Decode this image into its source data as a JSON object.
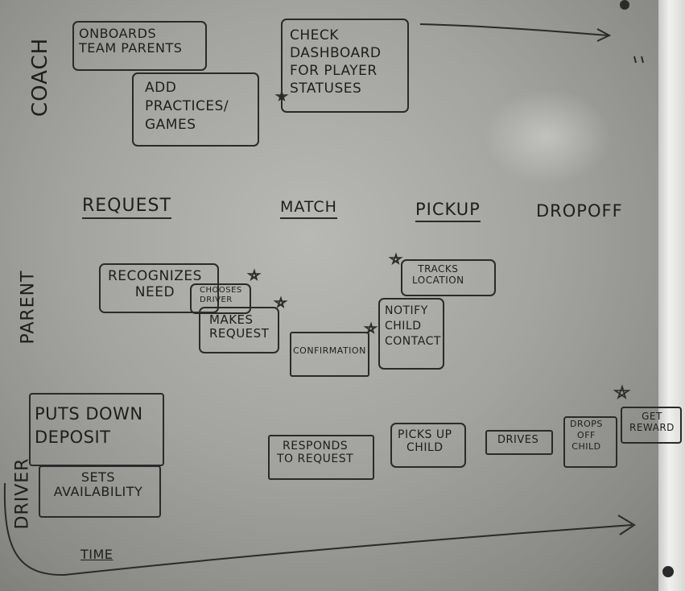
{
  "lanes": {
    "coach": "Coach",
    "parent": "Parent",
    "driver": "Driver"
  },
  "stages": {
    "request": "Request",
    "match": "Match",
    "pickup": "Pickup",
    "dropoff": "Dropoff"
  },
  "coach_notes": {
    "onboards": "Onboards\nteam parents",
    "add_practices": "Add\npractices/\ngames",
    "check_dashboard": "Check\ndashboard\nfor player\nstatuses"
  },
  "parent_notes": {
    "recognizes_need": "Recognizes\nneed",
    "chooses_driver": "Chooses\ndriver",
    "makes_request": "Makes\nrequest",
    "confirmation": "Confirmation",
    "notify_contact": "Notify\nchild\ncontact",
    "tracks_location": "Tracks\nlocation"
  },
  "driver_notes": {
    "puts_down_deposit": "Puts down\ndeposit",
    "sets_availability": "Sets\navailability",
    "responds_to_request": "Responds\nto request",
    "picks_up_child": "Picks up\nchild",
    "drives": "Drives",
    "drops_off_child": "Drops\noff\nchild",
    "get_reward": "Get\nreward"
  },
  "axis": {
    "time": "Time"
  }
}
